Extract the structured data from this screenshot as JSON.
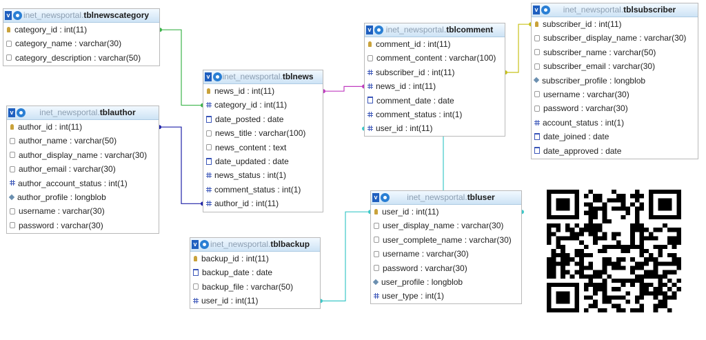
{
  "database": "inet_newsportal",
  "tables": [
    {
      "id": "tblnewscategory",
      "db": "inet_newsportal.",
      "name": "tblnewscategory",
      "columns": [
        {
          "text": "category_id : int(11)",
          "icon": "key"
        },
        {
          "text": "category_name : varchar(30)",
          "icon": "txt"
        },
        {
          "text": "category_description : varchar(50)",
          "icon": "txt"
        }
      ]
    },
    {
      "id": "tblauthor",
      "db": "inet_newsportal.",
      "name": "tblauthor",
      "columns": [
        {
          "text": "author_id : int(11)",
          "icon": "key"
        },
        {
          "text": "author_name : varchar(50)",
          "icon": "txt"
        },
        {
          "text": "author_display_name : varchar(30)",
          "icon": "txt"
        },
        {
          "text": "author_email : varchar(30)",
          "icon": "txt"
        },
        {
          "text": "author_account_status : int(1)",
          "icon": "num"
        },
        {
          "text": "author_profile : longblob",
          "icon": "blob"
        },
        {
          "text": "username : varchar(30)",
          "icon": "txt"
        },
        {
          "text": "password : varchar(30)",
          "icon": "txt"
        }
      ]
    },
    {
      "id": "tblnews",
      "db": "inet_newsportal.",
      "name": "tblnews",
      "columns": [
        {
          "text": "news_id : int(11)",
          "icon": "key"
        },
        {
          "text": "category_id : int(11)",
          "icon": "num"
        },
        {
          "text": "date_posted : date",
          "icon": "date"
        },
        {
          "text": "news_title : varchar(100)",
          "icon": "txt"
        },
        {
          "text": "news_content : text",
          "icon": "txt"
        },
        {
          "text": "date_updated : date",
          "icon": "date"
        },
        {
          "text": "news_status : int(1)",
          "icon": "num"
        },
        {
          "text": "comment_status : int(1)",
          "icon": "num"
        },
        {
          "text": "author_id : int(11)",
          "icon": "num"
        }
      ]
    },
    {
      "id": "tblbackup",
      "db": "inet_newsportal.",
      "name": "tblbackup",
      "columns": [
        {
          "text": "backup_id : int(11)",
          "icon": "key"
        },
        {
          "text": "backup_date : date",
          "icon": "date"
        },
        {
          "text": "backup_file : varchar(50)",
          "icon": "txt"
        },
        {
          "text": "user_id : int(11)",
          "icon": "num"
        }
      ]
    },
    {
      "id": "tblcomment",
      "db": "inet_newsportal.",
      "name": "tblcomment",
      "columns": [
        {
          "text": "comment_id : int(11)",
          "icon": "key"
        },
        {
          "text": "comment_content : varchar(100)",
          "icon": "txt"
        },
        {
          "text": "subscriber_id : int(11)",
          "icon": "num"
        },
        {
          "text": "news_id : int(11)",
          "icon": "num"
        },
        {
          "text": "comment_date : date",
          "icon": "date"
        },
        {
          "text": "comment_status : int(1)",
          "icon": "num"
        },
        {
          "text": "user_id : int(11)",
          "icon": "num"
        }
      ]
    },
    {
      "id": "tbluser",
      "db": "inet_newsportal.",
      "name": "tbluser",
      "columns": [
        {
          "text": "user_id : int(11)",
          "icon": "key"
        },
        {
          "text": "user_display_name : varchar(30)",
          "icon": "txt"
        },
        {
          "text": "user_complete_name : varchar(30)",
          "icon": "txt"
        },
        {
          "text": "username : varchar(30)",
          "icon": "txt"
        },
        {
          "text": "password : varchar(30)",
          "icon": "txt"
        },
        {
          "text": "user_profile : longblob",
          "icon": "blob"
        },
        {
          "text": "user_type : int(1)",
          "icon": "num"
        }
      ]
    },
    {
      "id": "tblsubscriber",
      "db": "inet_newsportal.",
      "name": "tblsubscriber",
      "columns": [
        {
          "text": "subscriber_id : int(11)",
          "icon": "key"
        },
        {
          "text": "subscriber_display_name : varchar(30)",
          "icon": "txt"
        },
        {
          "text": "subscriber_name : varchar(50)",
          "icon": "txt"
        },
        {
          "text": "subscriber_email : varchar(30)",
          "icon": "txt"
        },
        {
          "text": "subscriber_profile : longblob",
          "icon": "blob"
        },
        {
          "text": "username : varchar(30)",
          "icon": "txt"
        },
        {
          "text": "password : varchar(30)",
          "icon": "txt"
        },
        {
          "text": "account_status : int(1)",
          "icon": "num"
        },
        {
          "text": "date_joined : date",
          "icon": "date"
        },
        {
          "text": "date_approved : date",
          "icon": "date"
        }
      ]
    }
  ],
  "relations": [
    {
      "from": "tblnewscategory.category_id",
      "to": "tblnews.category_id",
      "color": "#3cb44b"
    },
    {
      "from": "tblauthor.author_id",
      "to": "tblnews.author_id",
      "color": "#1e22a8"
    },
    {
      "from": "tblnews.news_id",
      "to": "tblcomment.news_id",
      "color": "#c03cc0"
    },
    {
      "from": "tblsubscriber.subscriber_id",
      "to": "tblcomment.subscriber_id",
      "color": "#c8c21a"
    },
    {
      "from": "tbluser.user_id",
      "to": "tblcomment.user_id",
      "color": "#3cc8c8"
    },
    {
      "from": "tbluser.user_id",
      "to": "tblbackup.user_id",
      "color": "#3cc8c8"
    }
  ],
  "colors": {
    "header_top": "#f2f9ff",
    "header_bottom": "#cde3f5",
    "key": "#c9a23b",
    "numeric": "#3a55b8"
  },
  "qr_code": {
    "icon": "qr-code-icon"
  }
}
